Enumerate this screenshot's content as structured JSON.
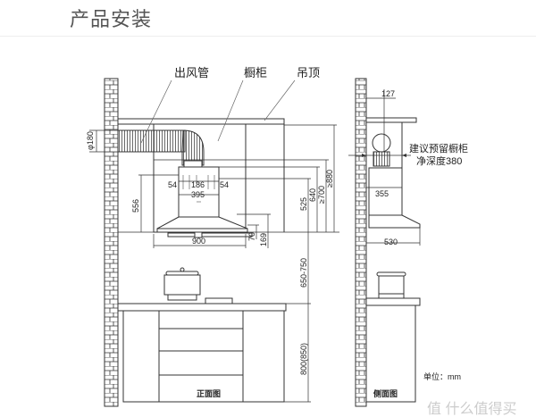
{
  "title": "产品安装",
  "front_view": {
    "caption": "正面图",
    "labels": {
      "duct": "出风管",
      "cabinet": "橱柜",
      "ceiling": "吊顶"
    },
    "dimensions": {
      "duct_diameter": "φ180",
      "left_offset": "54",
      "outlet_width": "186",
      "right_offset": "54",
      "chimney_width": "395",
      "hood_height": "556",
      "hood_width": "900",
      "canopy_height": "70",
      "total_lower_height": "169",
      "d525": "525",
      "d640": "640",
      "d700": "≥700",
      "d880": "≥880",
      "hood_to_cooktop": "650-750",
      "counter_height": "800(850)"
    }
  },
  "side_view": {
    "caption": "侧面图",
    "note_line1": "建议预留橱柜",
    "note_line2": "净深度380",
    "dimensions": {
      "duct_offset": "127",
      "chimney_depth": "355",
      "hood_depth": "530"
    },
    "unit": "单位：mm"
  },
  "watermark": "值 什么值得买"
}
